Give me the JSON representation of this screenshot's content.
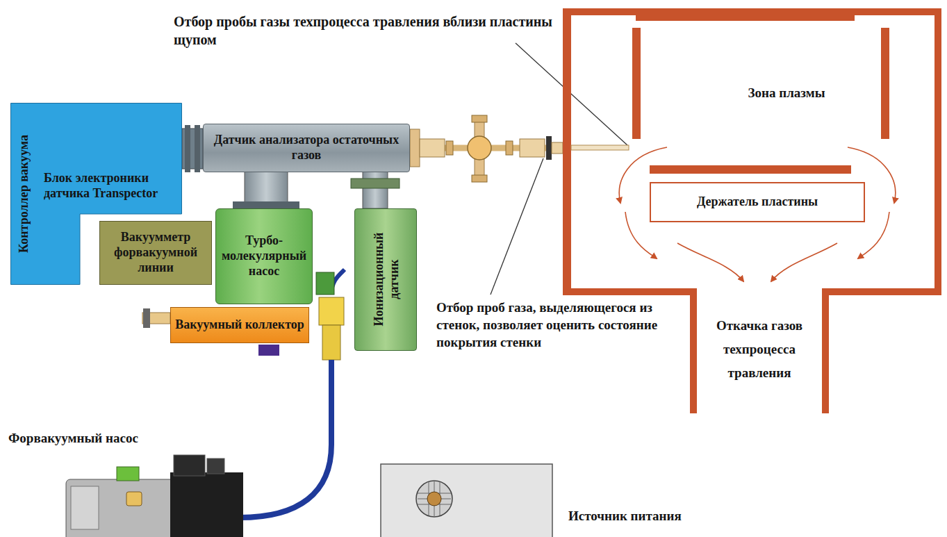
{
  "diagram": {
    "nodes": [
      {
        "text": [
          "Контроллер вакуума",
          "Блок электроники датчика Transpector"
        ]
      },
      {
        "text": [
          "Датчик анализатора остаточных газов"
        ]
      },
      {
        "text": [
          "Вакуумметр форвакуумной линии"
        ]
      },
      {
        "text": [
          "Турбо-молекулярный насос"
        ]
      },
      {
        "text": [
          "Вакуумный коллектор"
        ]
      },
      {
        "text": [
          "Ионизационный датчик"
        ]
      },
      {
        "text": [
          "Зона плазмы",
          "Откачка газов техпроцесса травления"
        ]
      },
      {
        "text": [
          "Держатель пластины"
        ],
        "in": 6
      }
    ],
    "edges": [
      {
        "from": 1,
        "to": 6,
        "arrow": "none"
      }
    ],
    "labels": [
      "Отбор пробы газы техпроцесса травления вблизи пластины щупом",
      "Отбор проб газа, выделяющегося из стенок, позволяет оценить состояние покрытия стенки",
      "Форвакуумный насос",
      "Источник питания"
    ]
  }
}
